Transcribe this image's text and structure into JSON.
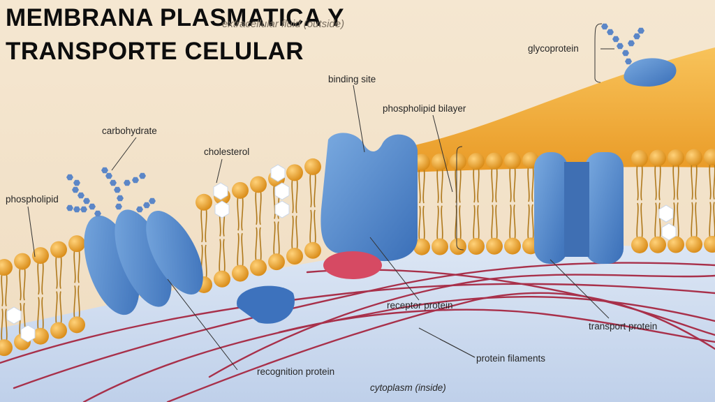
{
  "title": {
    "line1": "MEMBRANA PLASMATICA Y",
    "line2": "TRANSPORTE CELULAR"
  },
  "labels": {
    "extracellular": "extracellular fluid (outside)",
    "glycoprotein": "glycoprotein",
    "binding_site": "binding site",
    "phospholipid_bilayer": "phospholipid bilayer",
    "carbohydrate": "carbohydrate",
    "cholesterol": "cholesterol",
    "phospholipid": "phospholipid",
    "receptor_protein": "receptor protein",
    "transport_protein": "transport protein",
    "protein_filaments": "protein filaments",
    "recognition_protein": "recognition protein",
    "cytoplasm": "cytoplasm (inside)"
  },
  "colors": {
    "background": "#f3e4cc",
    "protein_blue": "#4f84c9",
    "lipid_head": "#e6a12c",
    "membrane_gold": "#f0ac3a",
    "filament_red": "#a8304a",
    "cytoplasm_blue": "#cfdcf0"
  }
}
